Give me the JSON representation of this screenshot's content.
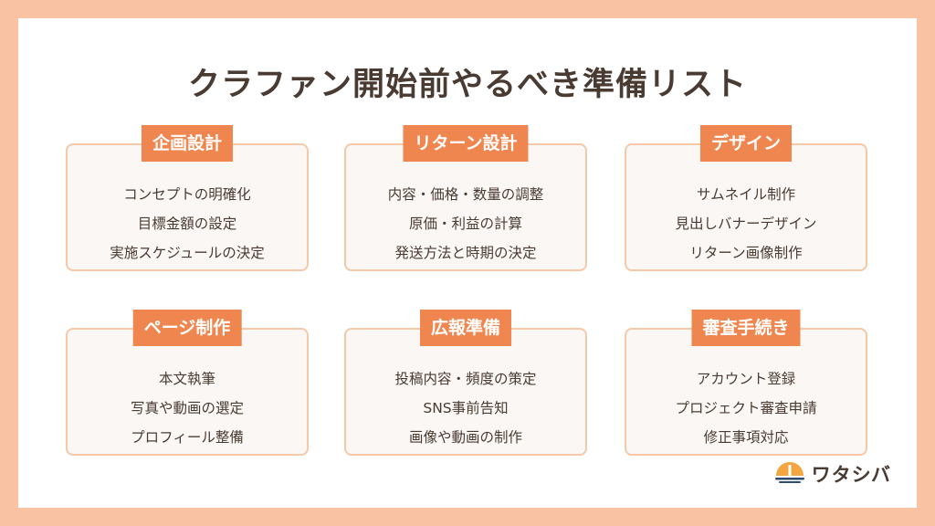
{
  "title": "クラファン開始前やるべき準備リスト",
  "cards": [
    {
      "label": "企画設計",
      "items": [
        "コンセプトの明確化",
        "目標金額の設定",
        "実施スケジュールの決定"
      ]
    },
    {
      "label": "リターン設計",
      "items": [
        "内容・価格・数量の調整",
        "原価・利益の計算",
        "発送方法と時期の決定"
      ]
    },
    {
      "label": "デザイン",
      "items": [
        "サムネイル制作",
        "見出しバナーデザイン",
        "リターン画像制作"
      ]
    },
    {
      "label": "ページ制作",
      "items": [
        "本文執筆",
        "写真や動画の選定",
        "プロフィール整備"
      ]
    },
    {
      "label": "広報準備",
      "items": [
        "投稿内容・頻度の策定",
        "SNS事前告知",
        "画像や動画の制作"
      ]
    },
    {
      "label": "審査手続き",
      "items": [
        "アカウント登録",
        "プロジェクト審査申請",
        "修正事項対応"
      ]
    }
  ],
  "logo": {
    "text": "ワタシバ",
    "icon": "sun-over-water-logo-icon"
  },
  "colors": {
    "outer_background": "#f9c3a3",
    "label_background": "#f0864f",
    "card_border": "#f5c9a8",
    "card_background": "#faf7f5",
    "text": "#4a3b32"
  }
}
